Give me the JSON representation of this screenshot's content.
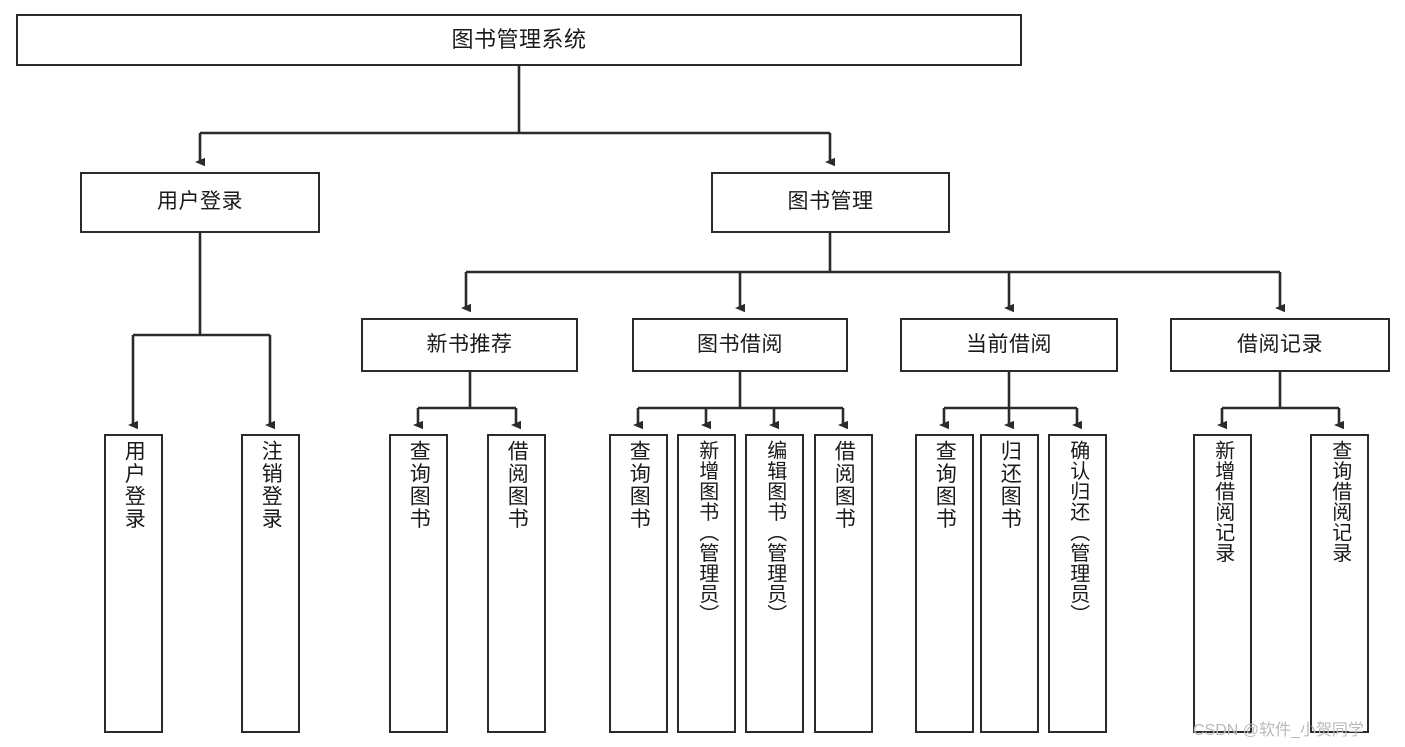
{
  "diagram": {
    "type": "tree-hierarchy",
    "title": "图书管理系统",
    "watermark": "CSDN @软件_小贺同学",
    "colors": {
      "border": "#2b2b2b",
      "background": "#ffffff",
      "text": "#1a1a1a",
      "edge": "#2b2b2b",
      "watermark": "#b9b9b9"
    },
    "levels": {
      "root": {
        "label": "图书管理系统"
      },
      "level2": [
        {
          "label": "用户登录"
        },
        {
          "label": "图书管理"
        }
      ],
      "level3": [
        {
          "label": "新书推荐"
        },
        {
          "label": "图书借阅"
        },
        {
          "label": "当前借阅"
        },
        {
          "label": "借阅记录"
        }
      ],
      "leaves": {
        "user_login": [
          {
            "label": "用户登录"
          },
          {
            "label": "注销登录"
          }
        ],
        "new_book_recommend": [
          {
            "label": "查询图书"
          },
          {
            "label": "借阅图书"
          }
        ],
        "book_borrow": [
          {
            "label": "查询图书"
          },
          {
            "label": "新增图书（管理员）"
          },
          {
            "label": "编辑图书（管理员）"
          },
          {
            "label": "借阅图书"
          }
        ],
        "current_borrow": [
          {
            "label": "查询图书"
          },
          {
            "label": "归还图书"
          },
          {
            "label": "确认归还（管理员）"
          }
        ],
        "borrow_record": [
          {
            "label": "新增借阅记录"
          },
          {
            "label": "查询借阅记录"
          }
        ]
      }
    }
  }
}
